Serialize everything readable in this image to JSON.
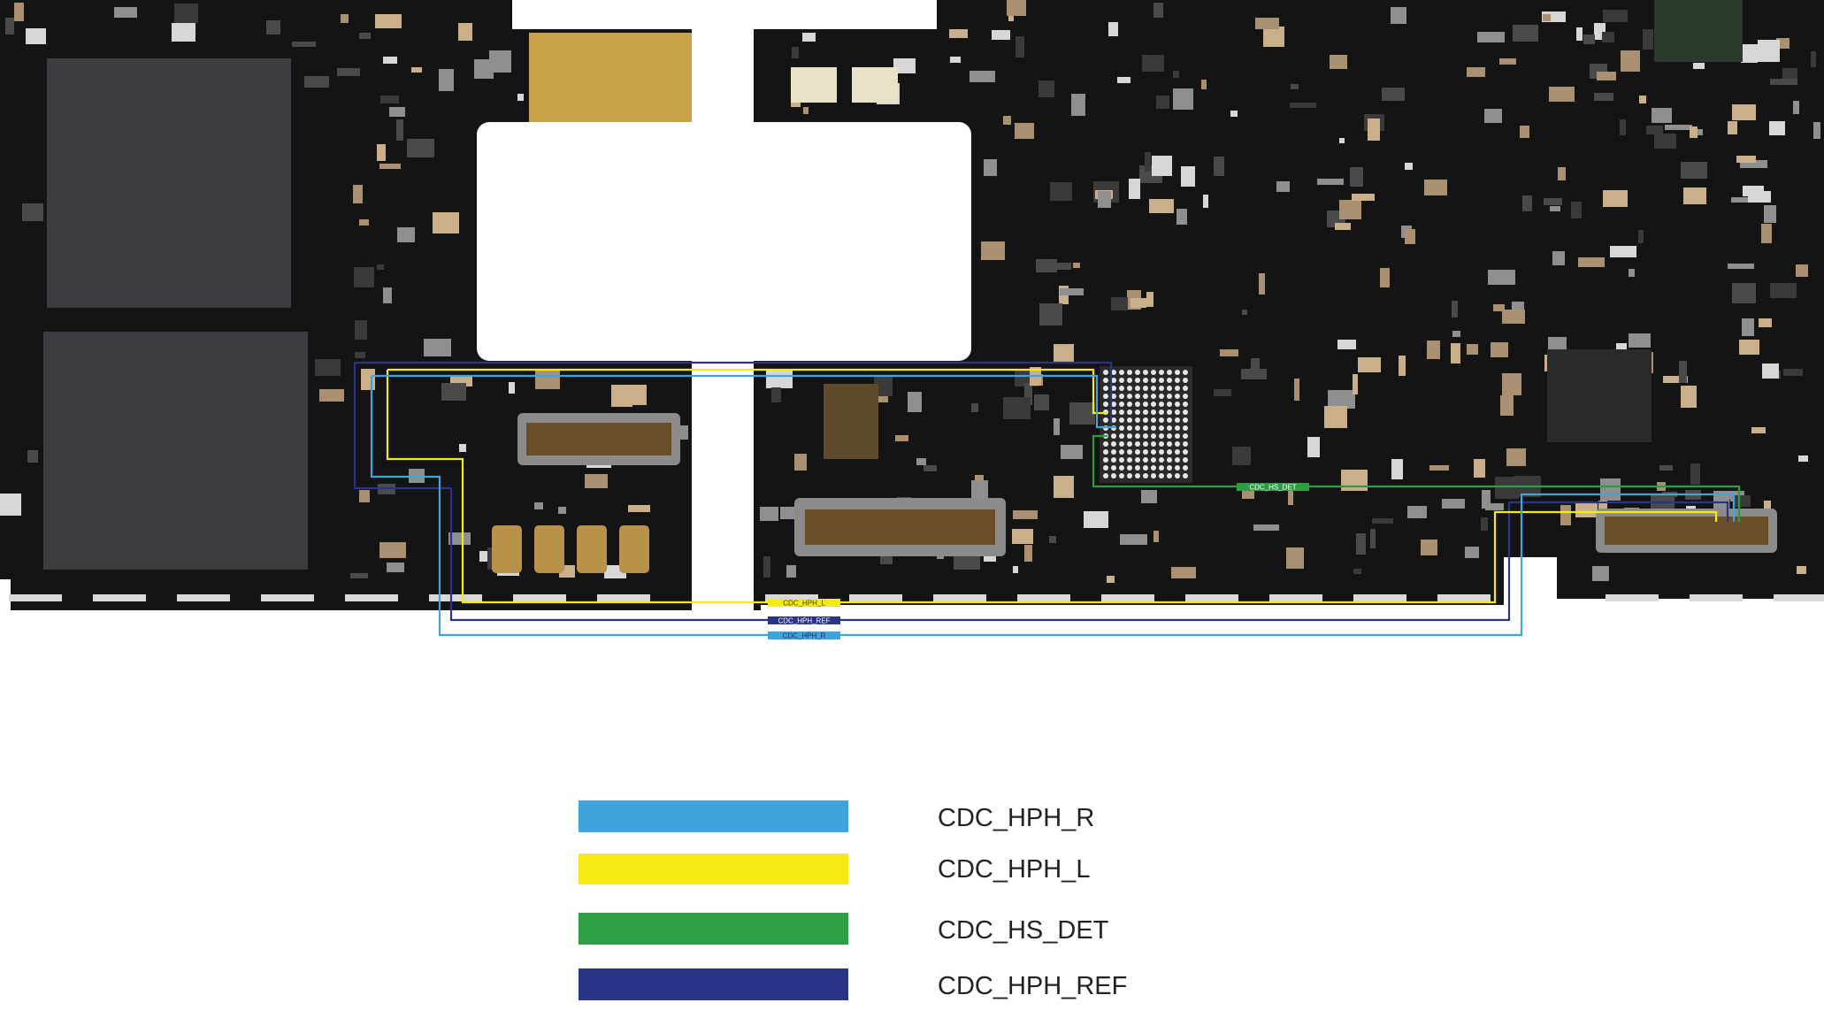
{
  "legend": [
    {
      "label": "CDC_HPH_R",
      "color": "#3fa3de"
    },
    {
      "label": "CDC_HPH_L",
      "color": "#f5ea14"
    },
    {
      "label": "CDC_HS_DET",
      "color": "#2e9e44"
    },
    {
      "label": "CDC_HPH_REF",
      "color": "#2b3588"
    }
  ],
  "trace_tags": {
    "hph_l": "CDC_HPH_L",
    "hph_ref": "CDC_HPH_REF",
    "hph_r": "CDC_HPH_R",
    "hs_det": "CDC_HS_DET"
  },
  "colors": {
    "board": "#141414",
    "gold": "#c9a24a",
    "background": "#ffffff"
  }
}
